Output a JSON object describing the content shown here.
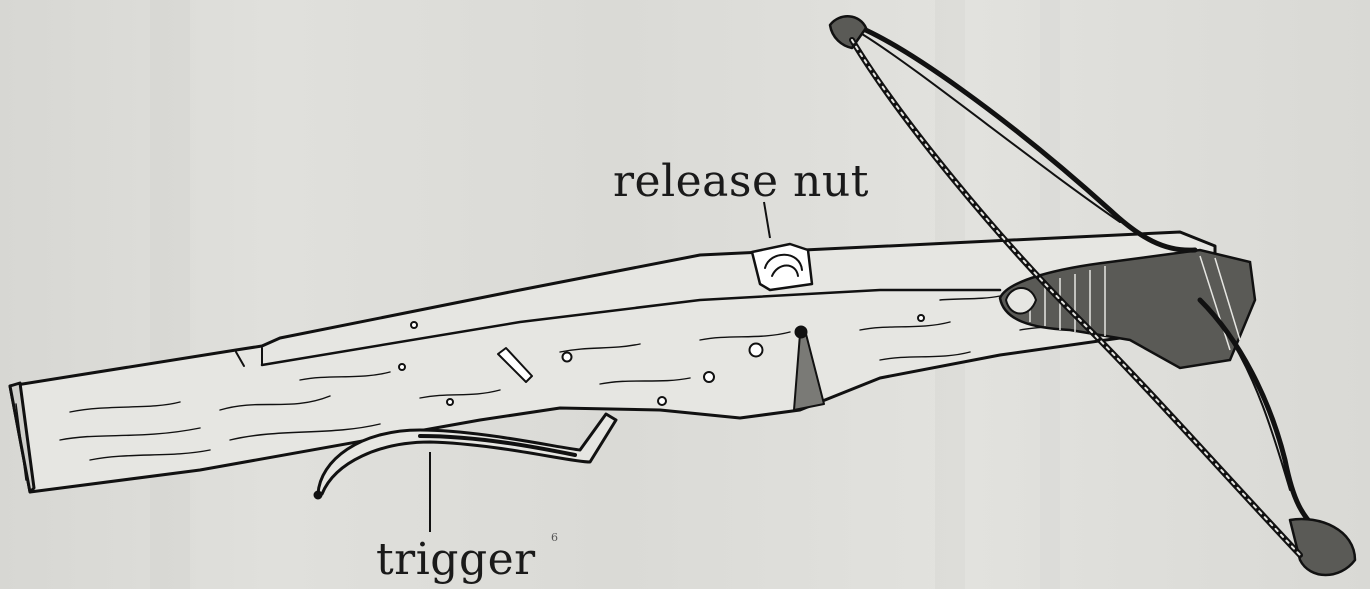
{
  "labels": {
    "release_nut": "release nut",
    "trigger": "trigger",
    "small_mark": "6"
  }
}
